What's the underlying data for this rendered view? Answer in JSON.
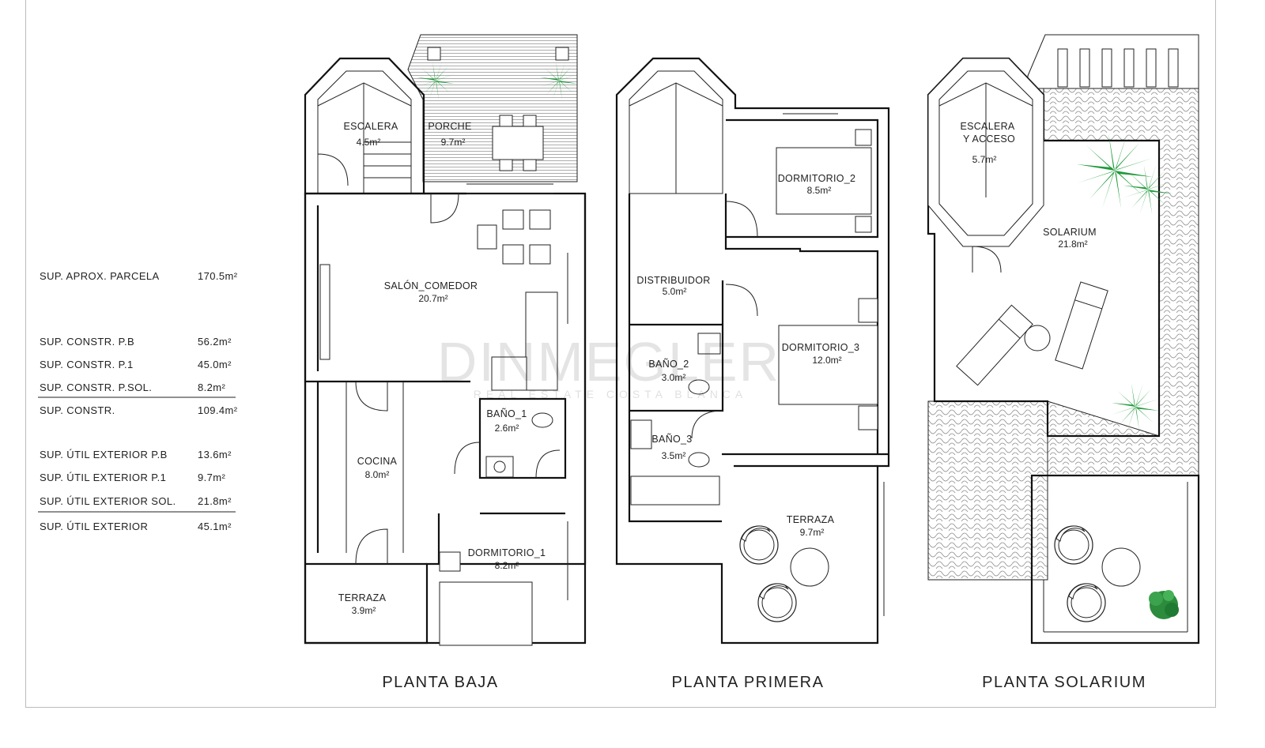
{
  "summary": [
    {
      "label": "SUP.  APROX.  PARCELA",
      "value": "170.5m²",
      "underline": false
    },
    {
      "label": "SUP.  CONSTR.  P.B",
      "value": "56.2m²",
      "underline": false
    },
    {
      "label": "SUP.  CONSTR.  P.1",
      "value": "45.0m²",
      "underline": false
    },
    {
      "label": "SUP.  CONSTR.  P.SOL.",
      "value": "8.2m²",
      "underline": true
    },
    {
      "label": "SUP.  CONSTR.",
      "value": "109.4m²",
      "underline": false
    },
    {
      "label": "SUP.  ÚTIL EXTERIOR  P.B",
      "value": "13.6m²",
      "underline": false
    },
    {
      "label": "SUP.  ÚTIL EXTERIOR  P.1",
      "value": "9.7m²",
      "underline": false
    },
    {
      "label": "SUP.  ÚTIL EXTERIOR  SOL.",
      "value": "21.8m²",
      "underline": true
    },
    {
      "label": "SUP.  ÚTIL EXTERIOR",
      "value": "45.1m²",
      "underline": false
    }
  ],
  "plans": {
    "baja": {
      "title": "PLANTA  BAJA",
      "rooms": {
        "escalera": {
          "name": "ESCALERA",
          "area": "4.5m²"
        },
        "porche": {
          "name": "PORCHE",
          "area": "9.7m²"
        },
        "salon": {
          "name": "SALÓN_COMEDOR",
          "area": "20.7m²"
        },
        "bano1": {
          "name": "BAÑO_1",
          "area": "2.6m²"
        },
        "cocina": {
          "name": "COCINA",
          "area": "8.0m²"
        },
        "dormitorio1": {
          "name": "DORMITORIO_1",
          "area": "8.2m²"
        },
        "terraza": {
          "name": "TERRAZA",
          "area": "3.9m²"
        }
      }
    },
    "primera": {
      "title": "PLANTA  PRIMERA",
      "rooms": {
        "dormitorio2": {
          "name": "DORMITORIO_2",
          "area": "8.5m²"
        },
        "distribuidor": {
          "name": "DISTRIBUIDOR",
          "area": "5.0m²"
        },
        "dormitorio3": {
          "name": "DORMITORIO_3",
          "area": "12.0m²"
        },
        "bano2": {
          "name": "BAÑO_2",
          "area": "3.0m²"
        },
        "bano3": {
          "name": "BAÑO_3",
          "area": "3.5m²"
        },
        "terraza": {
          "name": "TERRAZA",
          "area": "9.7m²"
        }
      }
    },
    "solarium": {
      "title": "PLANTA  SOLARIUM",
      "rooms": {
        "escalera": {
          "name1": "ESCALERA",
          "name2": "Y ACCESO",
          "area": "5.7m²"
        },
        "solarium": {
          "name": "SOLARIUM",
          "area": "21.8m²"
        }
      }
    }
  },
  "watermark": {
    "brand": "DINMEGLER",
    "tagline": "REAL ESTATE COSTA BLANCA"
  },
  "colors": {
    "line": "#111111",
    "plant": "#1f9a3a",
    "background": "#ffffff"
  }
}
